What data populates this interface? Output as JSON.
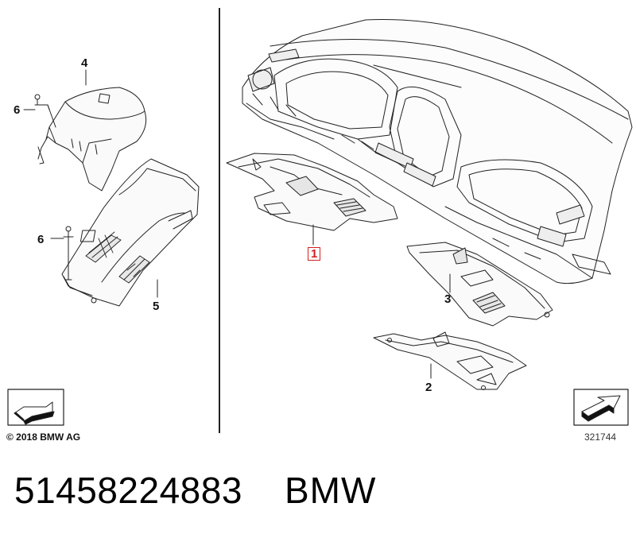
{
  "diagram": {
    "callouts": {
      "c1": "1",
      "c2": "2",
      "c3": "3",
      "c4": "4",
      "c5": "5",
      "c6a": "6",
      "c6b": "6"
    },
    "highlighted_callout": "1",
    "copyright": "© 2018 BMW AG",
    "image_number": "321744",
    "icons": [
      "arrow-nav-icon-left",
      "arrow-nav-icon-right"
    ],
    "accent_color": "#d62020"
  },
  "caption": {
    "part_number": "51458224883",
    "brand": "BMW"
  }
}
